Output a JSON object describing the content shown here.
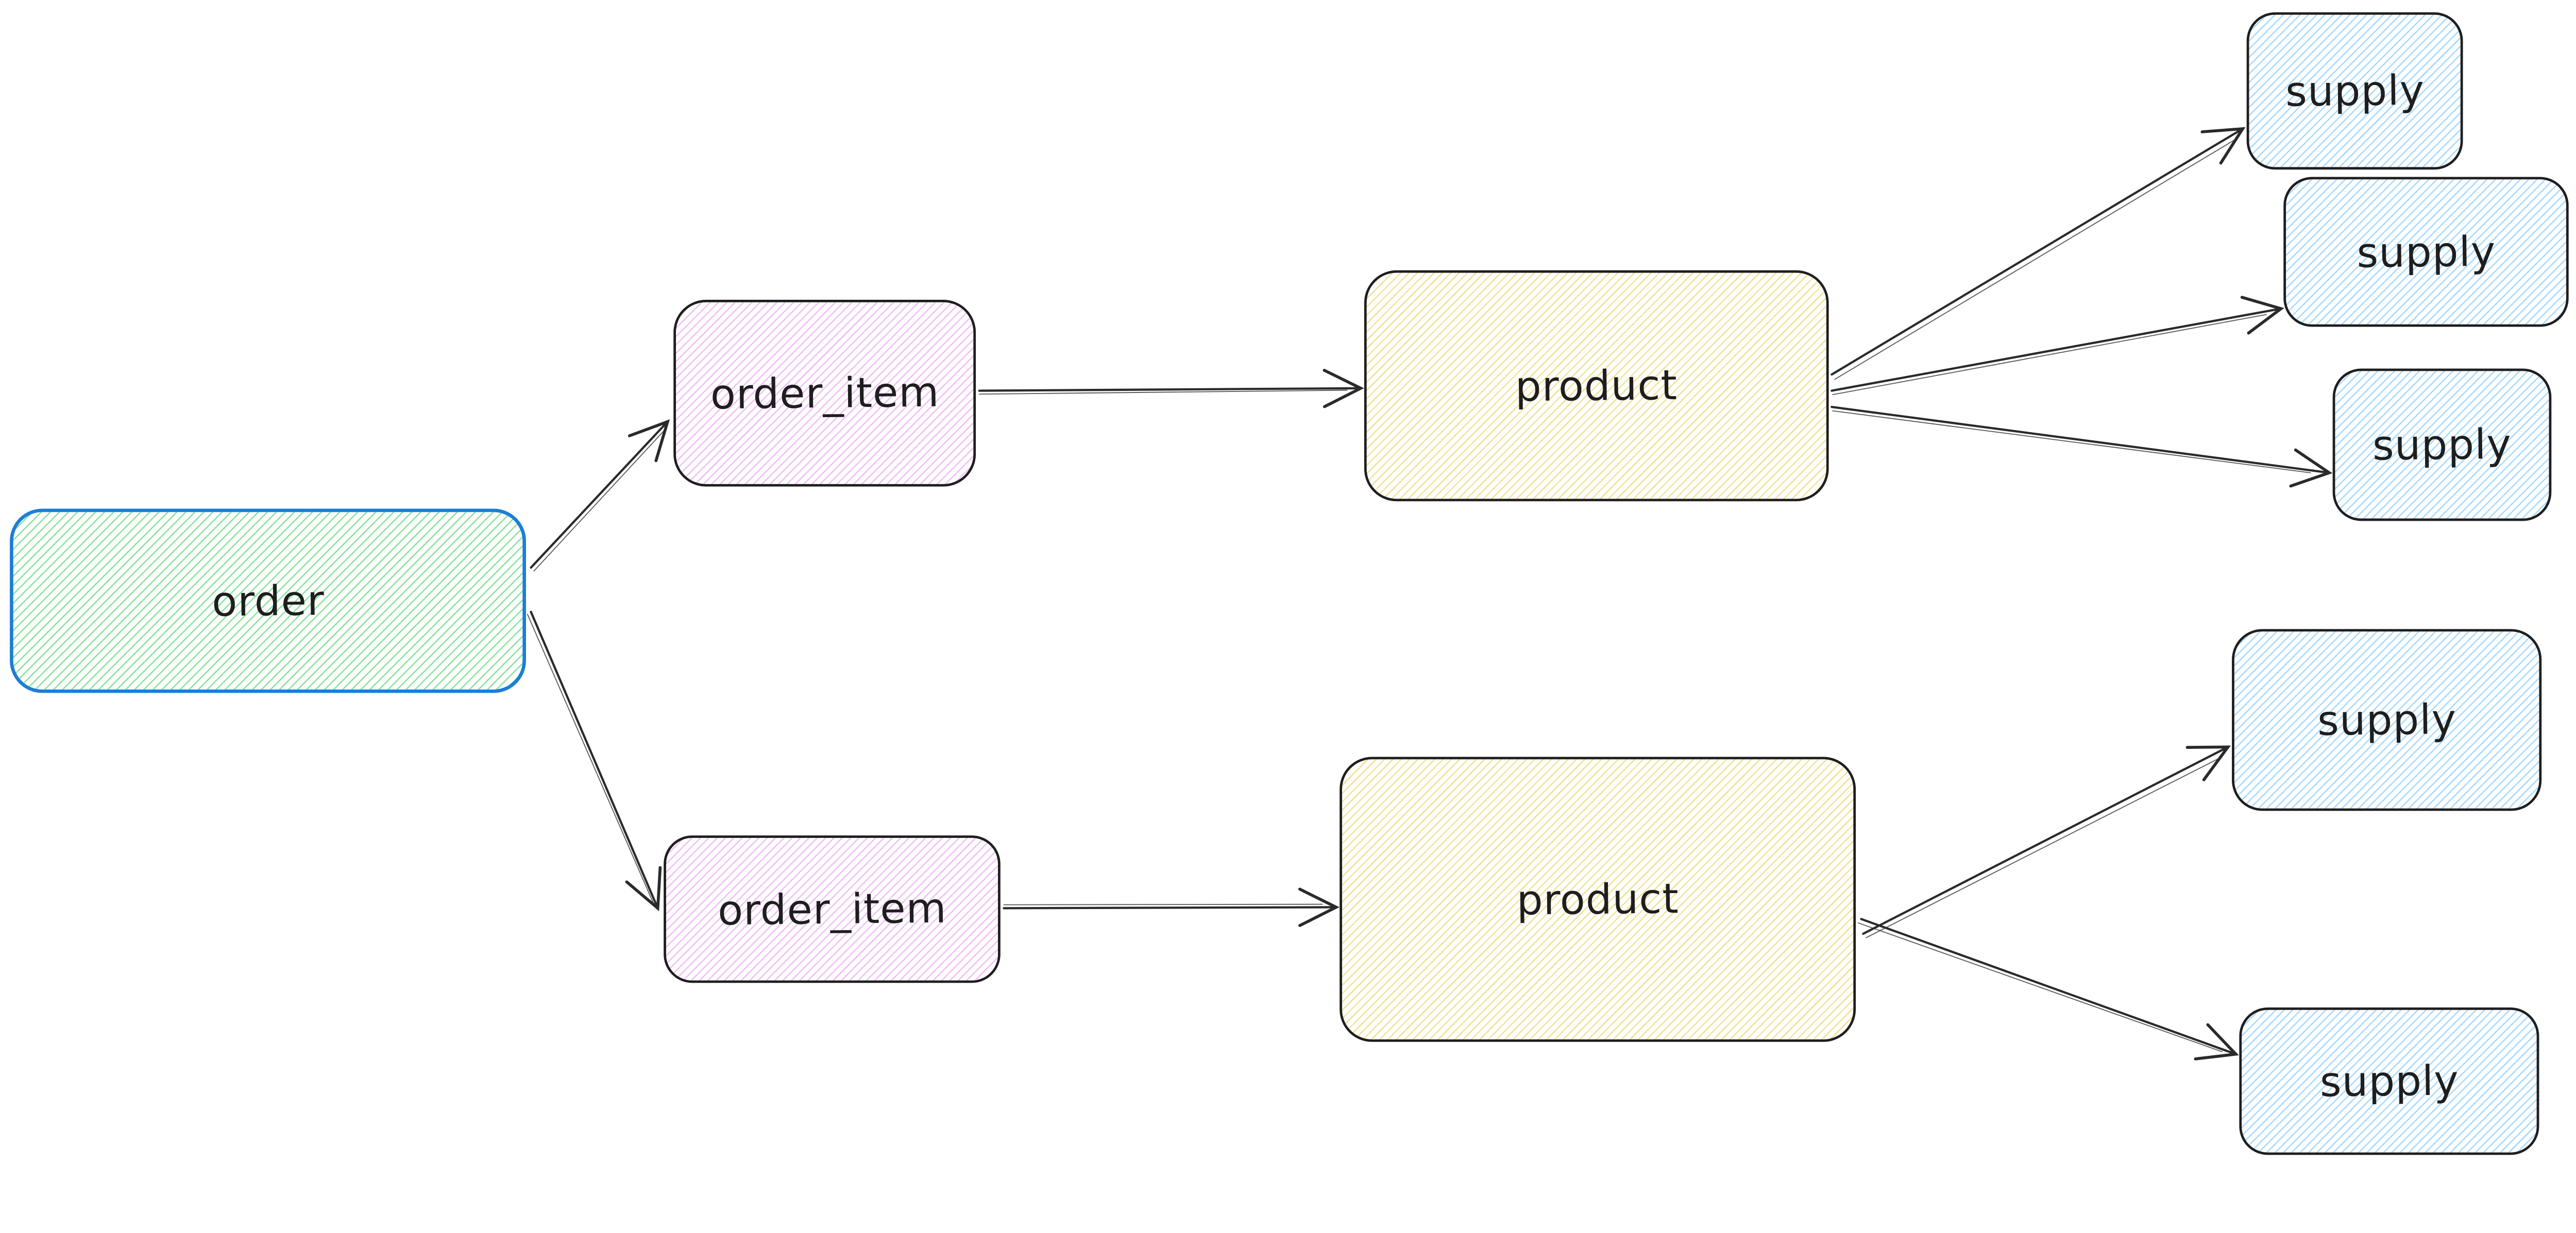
{
  "canvas": {
    "background": "#ffffff"
  },
  "palette": {
    "ink": "#1e1e1e",
    "arrow": "#2a2a2a",
    "dark-border": "#1e1e1e",
    "order-border": "#1c7ed6",
    "order-hatch": "#86e29b",
    "violet-hatch": "#f0bdf5",
    "yellow-hatch": "#f3de8a",
    "blue-hatch": "#a5d8ff"
  },
  "nodes": {
    "order": {
      "label": "order",
      "fill": "green-hachure",
      "border": "#1c7ed6"
    },
    "order_item_1": {
      "label": "order_item",
      "fill": "violet-hachure",
      "border": "#1e1e1e"
    },
    "order_item_2": {
      "label": "order_item",
      "fill": "violet-hachure",
      "border": "#1e1e1e"
    },
    "product_1": {
      "label": "product",
      "fill": "yellow-hachure",
      "border": "#1e1e1e"
    },
    "product_2": {
      "label": "product",
      "fill": "yellow-hachure",
      "border": "#1e1e1e"
    },
    "supply_1": {
      "label": "supply",
      "fill": "blue-hachure",
      "border": "#1e1e1e"
    },
    "supply_2": {
      "label": "supply",
      "fill": "blue-hachure",
      "border": "#1e1e1e"
    },
    "supply_3": {
      "label": "supply",
      "fill": "blue-hachure",
      "border": "#1e1e1e"
    },
    "supply_4": {
      "label": "supply",
      "fill": "blue-hachure",
      "border": "#1e1e1e"
    },
    "supply_5": {
      "label": "supply",
      "fill": "blue-hachure",
      "border": "#1e1e1e"
    }
  },
  "edges": [
    {
      "from": "order",
      "to": "order_item_1"
    },
    {
      "from": "order",
      "to": "order_item_2"
    },
    {
      "from": "order_item_1",
      "to": "product_1"
    },
    {
      "from": "order_item_2",
      "to": "product_2"
    },
    {
      "from": "product_1",
      "to": "supply_1"
    },
    {
      "from": "product_1",
      "to": "supply_2"
    },
    {
      "from": "product_1",
      "to": "supply_3"
    },
    {
      "from": "product_2",
      "to": "supply_4"
    },
    {
      "from": "product_2",
      "to": "supply_5"
    }
  ]
}
